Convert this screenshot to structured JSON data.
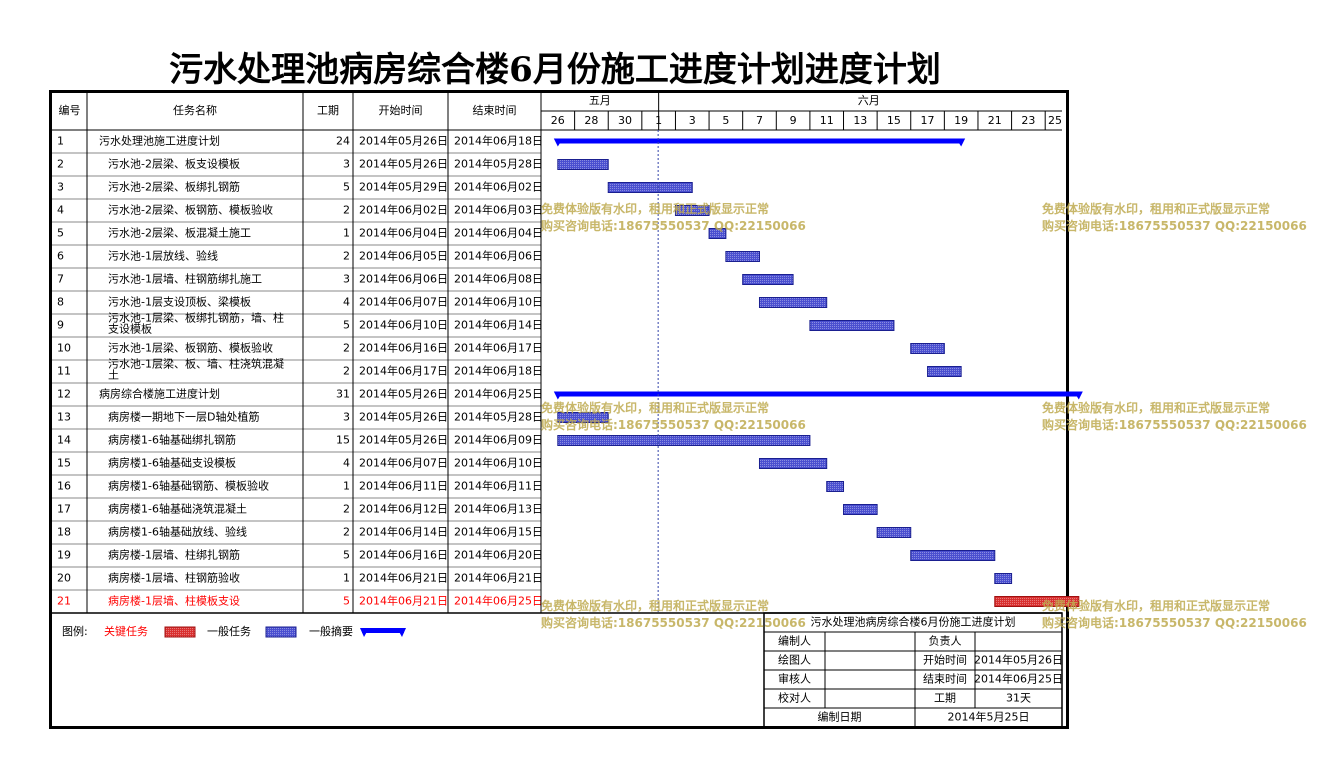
{
  "title": "污水处理池病房综合楼6月份施工进度计划进度计划",
  "columns": {
    "id": "编号",
    "name": "任务名称",
    "duration": "工期",
    "start": "开始时间",
    "end": "结束时间"
  },
  "timeline": {
    "months": [
      {
        "label": "五月",
        "from": "2014-05-25",
        "to": "2014-05-31"
      },
      {
        "label": "六月",
        "from": "2014-06-01",
        "to": "2014-06-25"
      }
    ],
    "day_ticks": [
      "26",
      "28",
      "30",
      "1",
      "3",
      "5",
      "7",
      "9",
      "11",
      "13",
      "15",
      "17",
      "19",
      "21",
      "23",
      "25"
    ],
    "range": [
      "2014-05-25",
      "2014-06-25"
    ]
  },
  "chart_data": {
    "type": "gantt",
    "title": "污水处理池病房综合楼6月份施工进度计划进度计划",
    "x_axis": {
      "range": [
        "2014-05-25",
        "2014-06-25"
      ],
      "months": [
        "五月",
        "六月"
      ]
    },
    "tasks": [
      {
        "id": "1",
        "name": "污水处理池施工进度计划",
        "duration": "24",
        "start": "2014年05月26日",
        "end": "2014年06月18日",
        "kind": "summary",
        "level": 0,
        "s": "2014-05-26",
        "e": "2014-06-18"
      },
      {
        "id": "2",
        "name": "污水池-2层梁、板支设模板",
        "duration": "3",
        "start": "2014年05月26日",
        "end": "2014年05月28日",
        "kind": "normal",
        "level": 1,
        "s": "2014-05-26",
        "e": "2014-05-28"
      },
      {
        "id": "3",
        "name": "污水池-2层梁、板绑扎钢筋",
        "duration": "5",
        "start": "2014年05月29日",
        "end": "2014年06月02日",
        "kind": "normal",
        "level": 1,
        "s": "2014-05-29",
        "e": "2014-06-02"
      },
      {
        "id": "4",
        "name": "污水池-2层梁、板钢筋、模板验收",
        "duration": "2",
        "start": "2014年06月02日",
        "end": "2014年06月03日",
        "kind": "normal",
        "level": 1,
        "s": "2014-06-02",
        "e": "2014-06-03"
      },
      {
        "id": "5",
        "name": "污水池-2层梁、板混凝土施工",
        "duration": "1",
        "start": "2014年06月04日",
        "end": "2014年06月04日",
        "kind": "normal",
        "level": 1,
        "s": "2014-06-04",
        "e": "2014-06-04"
      },
      {
        "id": "6",
        "name": "污水池-1层放线、验线",
        "duration": "2",
        "start": "2014年06月05日",
        "end": "2014年06月06日",
        "kind": "normal",
        "level": 1,
        "s": "2014-06-05",
        "e": "2014-06-06"
      },
      {
        "id": "7",
        "name": "污水池-1层墙、柱钢筋绑扎施工",
        "duration": "3",
        "start": "2014年06月06日",
        "end": "2014年06月08日",
        "kind": "normal",
        "level": 1,
        "s": "2014-06-06",
        "e": "2014-06-08"
      },
      {
        "id": "8",
        "name": "污水池-1层支设顶板、梁模板",
        "duration": "4",
        "start": "2014年06月07日",
        "end": "2014年06月10日",
        "kind": "normal",
        "level": 1,
        "s": "2014-06-07",
        "e": "2014-06-10"
      },
      {
        "id": "9",
        "name": "污水池-1层梁、板绑扎钢筋，墙、柱支设模板",
        "duration": "5",
        "start": "2014年06月10日",
        "end": "2014年06月14日",
        "kind": "normal",
        "level": 1,
        "s": "2014-06-10",
        "e": "2014-06-14"
      },
      {
        "id": "10",
        "name": "污水池-1层梁、板钢筋、模板验收",
        "duration": "2",
        "start": "2014年06月16日",
        "end": "2014年06月17日",
        "kind": "normal",
        "level": 1,
        "s": "2014-06-16",
        "e": "2014-06-17"
      },
      {
        "id": "11",
        "name": "污水池-1层梁、板、墙、柱浇筑混凝土",
        "duration": "2",
        "start": "2014年06月17日",
        "end": "2014年06月18日",
        "kind": "normal",
        "level": 1,
        "s": "2014-06-17",
        "e": "2014-06-18"
      },
      {
        "id": "12",
        "name": "病房综合楼施工进度计划",
        "duration": "31",
        "start": "2014年05月26日",
        "end": "2014年06月25日",
        "kind": "summary",
        "level": 0,
        "s": "2014-05-26",
        "e": "2014-06-25"
      },
      {
        "id": "13",
        "name": "病房楼一期地下一层D轴处植筋",
        "duration": "3",
        "start": "2014年05月26日",
        "end": "2014年05月28日",
        "kind": "normal",
        "level": 1,
        "s": "2014-05-26",
        "e": "2014-05-28"
      },
      {
        "id": "14",
        "name": "病房楼1-6轴基础绑扎钢筋",
        "duration": "15",
        "start": "2014年05月26日",
        "end": "2014年06月09日",
        "kind": "normal",
        "level": 1,
        "s": "2014-05-26",
        "e": "2014-06-09"
      },
      {
        "id": "15",
        "name": "病房楼1-6轴基础支设模板",
        "duration": "4",
        "start": "2014年06月07日",
        "end": "2014年06月10日",
        "kind": "normal",
        "level": 1,
        "s": "2014-06-07",
        "e": "2014-06-10"
      },
      {
        "id": "16",
        "name": "病房楼1-6轴基础钢筋、模板验收",
        "duration": "1",
        "start": "2014年06月11日",
        "end": "2014年06月11日",
        "kind": "normal",
        "level": 1,
        "s": "2014-06-11",
        "e": "2014-06-11"
      },
      {
        "id": "17",
        "name": "病房楼1-6轴基础浇筑混凝土",
        "duration": "2",
        "start": "2014年06月12日",
        "end": "2014年06月13日",
        "kind": "normal",
        "level": 1,
        "s": "2014-06-12",
        "e": "2014-06-13"
      },
      {
        "id": "18",
        "name": "病房楼1-6轴基础放线、验线",
        "duration": "2",
        "start": "2014年06月14日",
        "end": "2014年06月15日",
        "kind": "normal",
        "level": 1,
        "s": "2014-06-14",
        "e": "2014-06-15"
      },
      {
        "id": "19",
        "name": "病房楼-1层墙、柱绑扎钢筋",
        "duration": "5",
        "start": "2014年06月16日",
        "end": "2014年06月20日",
        "kind": "normal",
        "level": 1,
        "s": "2014-06-16",
        "e": "2014-06-20"
      },
      {
        "id": "20",
        "name": "病房楼-1层墙、柱钢筋验收",
        "duration": "1",
        "start": "2014年06月21日",
        "end": "2014年06月21日",
        "kind": "normal",
        "level": 1,
        "s": "2014-06-21",
        "e": "2014-06-21"
      },
      {
        "id": "21",
        "name": "病房楼-1层墙、柱模板支设",
        "duration": "5",
        "start": "2014年06月21日",
        "end": "2014年06月25日",
        "kind": "critical",
        "level": 1,
        "s": "2014-06-21",
        "e": "2014-06-25"
      }
    ]
  },
  "legend": {
    "label": "图例:",
    "critical": "关键任务",
    "normal": "一般任务",
    "summary": "一般摘要"
  },
  "info": {
    "title": "污水处理池病房综合楼6月份施工进度计划",
    "editor_label": "编制人",
    "editor": "",
    "owner_label": "负责人",
    "owner": "",
    "drawer_label": "绘图人",
    "drawer": "",
    "start_label": "开始时间",
    "start": "2014年05月26日",
    "reviewer_label": "审核人",
    "reviewer": "",
    "end_label": "结束时间",
    "end": "2014年06月25日",
    "checker_label": "校对人",
    "checker": "",
    "duration_label": "工期",
    "duration": "31天",
    "date_label": "编制日期",
    "date": "2014年5月25日"
  },
  "watermark": {
    "line1": "免费体验版有水印，租用和正式版显示正常",
    "line2": "购买咨询电话:18675550537 QQ:22150066"
  },
  "colors": {
    "critical": "#d93030",
    "normal": "#4a4fd0",
    "summary": "#0000ff",
    "today_line": "#3344aa",
    "critical_text": "#ff0000"
  }
}
